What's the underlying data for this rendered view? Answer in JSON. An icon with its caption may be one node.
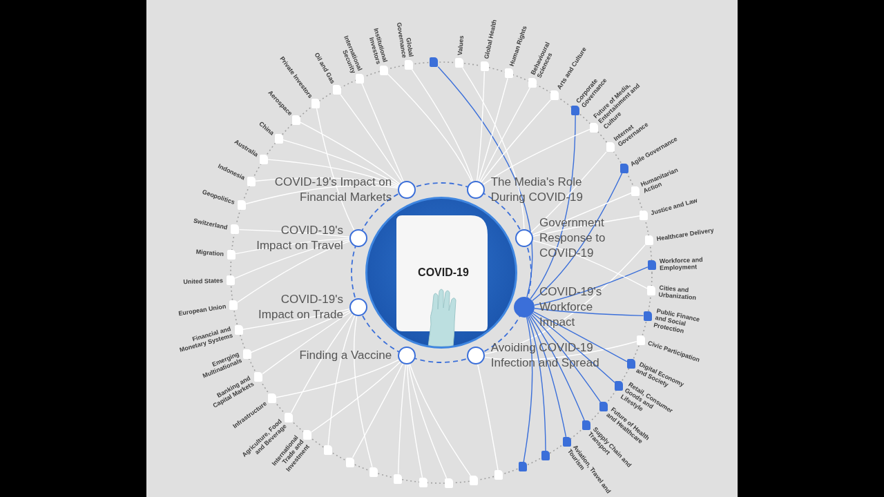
{
  "diagram": {
    "nodes": [
      {
        "text": [
          "COVID-19"
        ]
      },
      {
        "text": [],
        "shape": "circle",
        "beside": [
          "COVID-19's Impact on Financial Markets"
        ]
      },
      {
        "text": [],
        "shape": "circle",
        "beside": [
          "The Media's Role During COVID-19"
        ]
      },
      {
        "text": [],
        "shape": "circle",
        "beside": [
          "COVID-19's Impact on Travel"
        ]
      },
      {
        "text": [],
        "shape": "circle",
        "beside": [
          "Government Response to COVID-19"
        ]
      },
      {
        "text": [],
        "shape": "circle",
        "beside": [
          "COVID-19's Impact on Trade"
        ]
      },
      {
        "text": [],
        "shape": "circle",
        "beside": [
          "COVID-19's Workforce Impact"
        ]
      },
      {
        "text": [],
        "shape": "circle",
        "beside": [
          "Finding a Vaccine"
        ]
      },
      {
        "text": [],
        "shape": "circle",
        "beside": [
          "Avoiding COVID-19 Infection and Spread"
        ]
      },
      {
        "text": [],
        "shape": "box"
      },
      {
        "text": [],
        "shape": "box",
        "beside": [
          "Values"
        ]
      },
      {
        "text": [],
        "shape": "box",
        "beside": [
          "Global Health"
        ]
      },
      {
        "text": [],
        "shape": "box",
        "beside": [
          "Human Rights"
        ]
      },
      {
        "text": [],
        "shape": "box",
        "beside": [
          "Behavioural Sciences"
        ]
      },
      {
        "text": [],
        "shape": "box",
        "beside": [
          "Arts and Culture"
        ]
      },
      {
        "text": [],
        "shape": "box",
        "beside": [
          "Corporate Governance"
        ]
      },
      {
        "text": [],
        "shape": "box",
        "beside": [
          "Future of Media, Entertainment and Culture"
        ]
      },
      {
        "text": [],
        "shape": "box",
        "beside": [
          "Internet Governance"
        ]
      },
      {
        "text": [],
        "shape": "box",
        "beside": [
          "Agile Governance"
        ]
      },
      {
        "text": [],
        "shape": "box",
        "beside": [
          "Humanitarian Action"
        ]
      },
      {
        "text": [],
        "shape": "box",
        "beside": [
          "Justice and Law"
        ]
      },
      {
        "text": [],
        "shape": "box",
        "beside": [
          "Healthcare Delivery"
        ]
      },
      {
        "text": [],
        "shape": "box",
        "beside": [
          "Workforce and Employment"
        ]
      },
      {
        "text": [],
        "shape": "box",
        "beside": [
          "Cities and Urbanization"
        ]
      },
      {
        "text": [],
        "shape": "box",
        "beside": [
          "Public Finance and Social Protection"
        ]
      },
      {
        "text": [],
        "shape": "box",
        "beside": [
          "Civic Participation"
        ]
      },
      {
        "text": [],
        "shape": "box",
        "beside": [
          "Digital Economy and Society"
        ]
      },
      {
        "text": [],
        "shape": "box",
        "beside": [
          "Retail, Consumer Goods and Lifestyle"
        ]
      },
      {
        "text": [],
        "shape": "box",
        "beside": [
          "Future of Health and Healthcare"
        ]
      },
      {
        "text": [],
        "shape": "box",
        "beside": [
          "Supply Chain and Transport"
        ]
      },
      {
        "text": [],
        "shape": "box",
        "beside": [
          "Aviation, Travel and Tourism"
        ]
      },
      {
        "text": [],
        "shape": "box"
      },
      {
        "text": [],
        "shape": "box"
      },
      {
        "text": [],
        "shape": "box"
      },
      {
        "text": [],
        "shape": "box"
      },
      {
        "text": [],
        "shape": "box"
      },
      {
        "text": [],
        "shape": "box"
      },
      {
        "text": [],
        "shape": "box"
      },
      {
        "text": [],
        "shape": "box"
      },
      {
        "text": [],
        "shape": "box"
      },
      {
        "text": [],
        "shape": "box"
      },
      {
        "text": [],
        "shape": "box",
        "beside": [
          "International Trade and Investment"
        ]
      },
      {
        "text": [],
        "shape": "box",
        "beside": [
          "Agriculture, Food and Beverage"
        ]
      },
      {
        "text": [],
        "shape": "box",
        "beside": [
          "Infrastructure"
        ]
      },
      {
        "text": [],
        "shape": "box",
        "beside": [
          "Banking and Capital Markets"
        ]
      },
      {
        "text": [],
        "shape": "box",
        "beside": [
          "Emerging Multinationals"
        ]
      },
      {
        "text": [],
        "shape": "box",
        "beside": [
          "Financial and Monetary Systems"
        ]
      },
      {
        "text": [],
        "shape": "box",
        "beside": [
          "European Union"
        ]
      },
      {
        "text": [],
        "shape": "box",
        "beside": [
          "United States"
        ]
      },
      {
        "text": [],
        "shape": "box",
        "beside": [
          "Migration"
        ]
      },
      {
        "text": [],
        "shape": "box",
        "beside": [
          "Switzerland"
        ]
      },
      {
        "text": [],
        "shape": "box",
        "beside": [
          "Geopolitics"
        ]
      },
      {
        "text": [],
        "shape": "box",
        "beside": [
          "Indonesia"
        ]
      },
      {
        "text": [],
        "shape": "box",
        "beside": [
          "Australia"
        ]
      },
      {
        "text": [],
        "shape": "box",
        "beside": [
          "China"
        ]
      },
      {
        "text": [],
        "shape": "box",
        "beside": [
          "Aerospace"
        ]
      },
      {
        "text": [],
        "shape": "box",
        "beside": [
          "Private Investors"
        ]
      },
      {
        "text": [],
        "shape": "box",
        "beside": [
          "Oil and Gas"
        ]
      },
      {
        "text": [],
        "shape": "box",
        "beside": [
          "International Security"
        ]
      },
      {
        "text": [],
        "shape": "box",
        "beside": [
          "Institutional Investors"
        ]
      },
      {
        "text": [],
        "shape": "box",
        "beside": [
          "Global Governance"
        ]
      }
    ],
    "edges": [
      {
        "from": 6,
        "to": 9,
        "arrow": "none",
        "color": "#3b6fd9"
      },
      {
        "from": 4,
        "to": 10,
        "arrow": "none"
      },
      {
        "from": 2,
        "to": 11,
        "arrow": "none"
      },
      {
        "from": 2,
        "to": 12,
        "arrow": "none"
      },
      {
        "from": 2,
        "to": 13,
        "arrow": "none"
      },
      {
        "from": 2,
        "to": 14,
        "arrow": "none"
      },
      {
        "from": 6,
        "to": 15,
        "arrow": "none",
        "color": "#3b6fd9"
      },
      {
        "from": 2,
        "to": 16,
        "arrow": "none"
      },
      {
        "from": 4,
        "to": 17,
        "arrow": "none"
      },
      {
        "from": 6,
        "to": 18,
        "arrow": "none",
        "color": "#3b6fd9"
      },
      {
        "from": 4,
        "to": 19,
        "arrow": "none"
      },
      {
        "from": 4,
        "to": 20,
        "arrow": "none"
      },
      {
        "from": 8,
        "to": 21,
        "arrow": "none"
      },
      {
        "from": 6,
        "to": 22,
        "arrow": "none",
        "color": "#3b6fd9"
      },
      {
        "from": 4,
        "to": 23,
        "arrow": "none"
      },
      {
        "from": 6,
        "to": 24,
        "arrow": "none",
        "color": "#3b6fd9"
      },
      {
        "from": 8,
        "to": 25,
        "arrow": "none"
      },
      {
        "from": 6,
        "to": 26,
        "arrow": "none",
        "color": "#3b6fd9"
      },
      {
        "from": 6,
        "to": 27,
        "arrow": "none",
        "color": "#3b6fd9"
      },
      {
        "from": 6,
        "to": 28,
        "arrow": "none",
        "color": "#3b6fd9"
      },
      {
        "from": 6,
        "to": 29,
        "arrow": "none",
        "color": "#3b6fd9"
      },
      {
        "from": 6,
        "to": 30,
        "arrow": "none",
        "color": "#3b6fd9"
      },
      {
        "from": 6,
        "to": 31,
        "arrow": "none",
        "color": "#3b6fd9"
      },
      {
        "from": 6,
        "to": 32,
        "arrow": "none",
        "color": "#3b6fd9"
      },
      {
        "from": 8,
        "to": 33,
        "arrow": "none"
      },
      {
        "from": 7,
        "to": 34,
        "arrow": "none"
      },
      {
        "from": 7,
        "to": 35,
        "arrow": "none"
      },
      {
        "from": 7,
        "to": 36,
        "arrow": "none"
      },
      {
        "from": 7,
        "to": 37,
        "arrow": "none"
      },
      {
        "from": 5,
        "to": 38,
        "arrow": "none"
      },
      {
        "from": 7,
        "to": 39,
        "arrow": "none"
      },
      {
        "from": 5,
        "to": 40,
        "arrow": "none"
      },
      {
        "from": 7,
        "to": 41,
        "arrow": "none"
      },
      {
        "from": 5,
        "to": 42,
        "arrow": "none"
      },
      {
        "from": 7,
        "to": 43,
        "arrow": "none"
      },
      {
        "from": 5,
        "to": 44,
        "arrow": "none"
      },
      {
        "from": 5,
        "to": 45,
        "arrow": "none"
      },
      {
        "from": 5,
        "to": 46,
        "arrow": "none"
      },
      {
        "from": 3,
        "to": 47,
        "arrow": "none"
      },
      {
        "from": 3,
        "to": 48,
        "arrow": "none"
      },
      {
        "from": 3,
        "to": 49,
        "arrow": "none"
      },
      {
        "from": 3,
        "to": 50,
        "arrow": "none"
      },
      {
        "from": 1,
        "to": 51,
        "arrow": "none"
      },
      {
        "from": 1,
        "to": 52,
        "arrow": "none"
      },
      {
        "from": 1,
        "to": 53,
        "arrow": "none"
      },
      {
        "from": 1,
        "to": 54,
        "arrow": "none"
      },
      {
        "from": 1,
        "to": 55,
        "arrow": "none"
      },
      {
        "from": 3,
        "to": 56,
        "arrow": "none"
      },
      {
        "from": 1,
        "to": 57,
        "arrow": "none"
      },
      {
        "from": 1,
        "to": 58,
        "arrow": "none"
      },
      {
        "from": 2,
        "to": 59,
        "arrow": "none"
      },
      {
        "from": 2,
        "to": 60,
        "arrow": "none"
      }
    ]
  }
}
